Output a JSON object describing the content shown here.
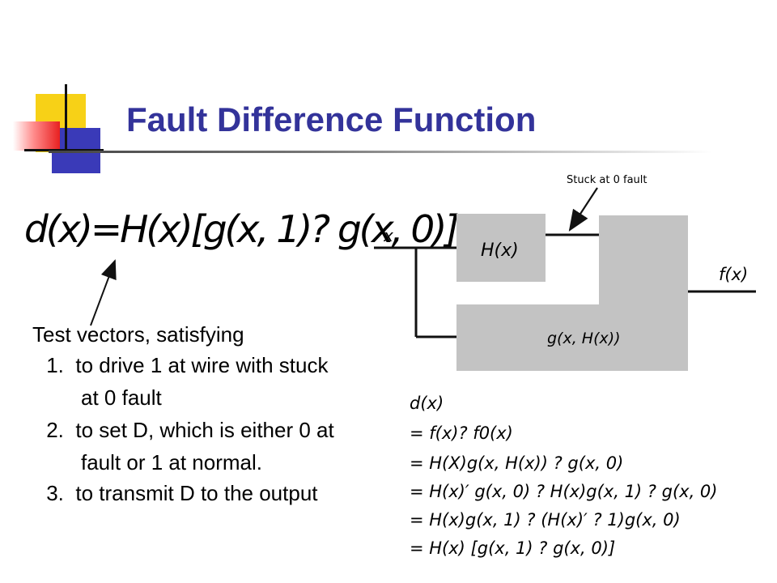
{
  "slide": {
    "title": "Fault Difference Function",
    "formula": "d(x)=H(x)[g(x, 1)? g(x, 0)]",
    "notes": [
      "Test vectors, satisfying",
      " 1.  to drive 1 at wire with stuck",
      "at 0 fault",
      " 2.  to set D, which is either 0 at",
      "fault or 1 at normal.",
      " 3.  to transmit D to the output"
    ],
    "derivation": [
      "d(x)",
      "= f(x)? f0(x)",
      "= H(X)g(x, H(x)) ? g(x, 0)",
      "= H(x)′ g(x, 0) ? H(x)g(x, 1) ? g(x, 0)",
      "= H(x)g(x, 1) ? (H(x)′ ? 1)g(x, 0)",
      "= H(x) [g(x, 1) ? g(x, 0)]"
    ]
  },
  "circuit": {
    "input_label": "x",
    "block_h": "H(x)",
    "block_g": "g(x, H(x))",
    "output_label": "f(x)",
    "fault_label": "Stuck at 0 fault",
    "block_color": "#c3c3c3"
  }
}
